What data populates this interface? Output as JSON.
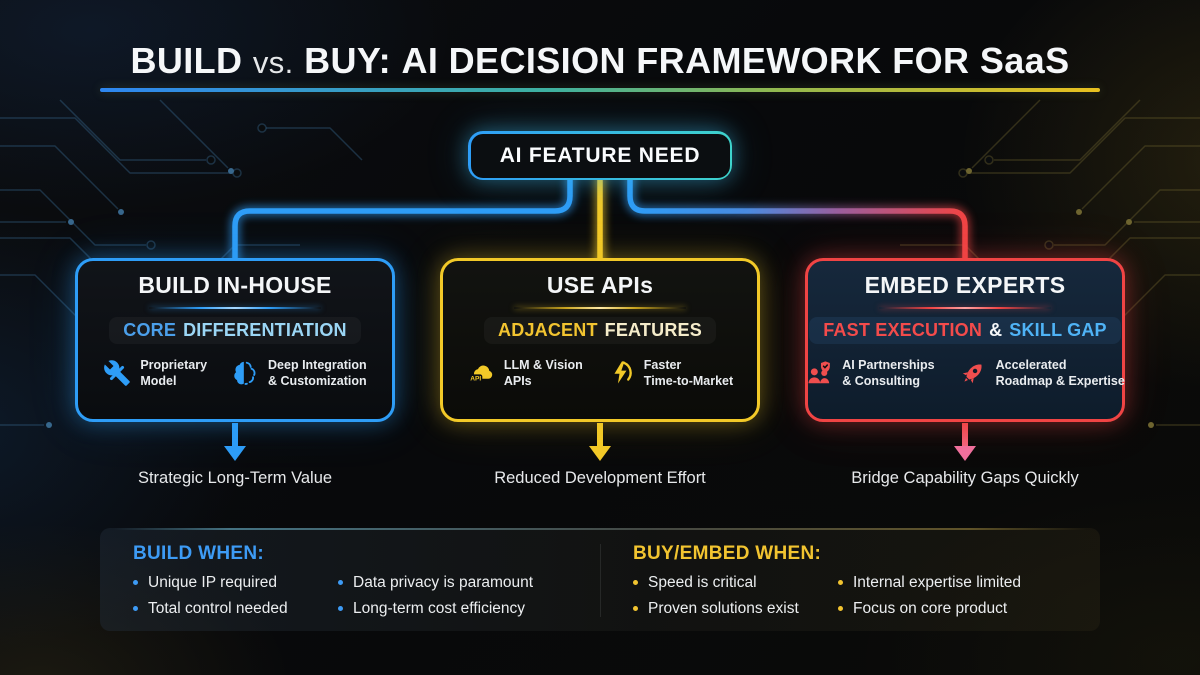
{
  "title": {
    "part_build": "BUILD",
    "part_vs": "vs.",
    "part_buy": "BUY:",
    "part_rest": "AI DECISION FRAMEWORK FOR SaaS"
  },
  "root_node": {
    "label": "AI FEATURE NEED"
  },
  "colors": {
    "build_accent": "#2E9DF7",
    "api_accent": "#F2C928",
    "expert_accent": "#F04444",
    "expert_secondary": "#4FB3F6"
  },
  "branches": [
    {
      "title": "BUILD IN-HOUSE",
      "subtitle": [
        "CORE",
        "",
        "DIFFERENTIATION"
      ],
      "features": [
        {
          "icon": "tools-icon",
          "lines": [
            "Proprietary",
            "Model"
          ]
        },
        {
          "icon": "brain-icon",
          "lines": [
            "Deep Integration",
            "& Customization"
          ]
        }
      ],
      "outcome": "Strategic Long-Term Value"
    },
    {
      "title": "USE APIs",
      "subtitle": [
        "ADJACENT",
        "",
        "FEATURES"
      ],
      "features": [
        {
          "icon": "cloud-api-icon",
          "badge": "API",
          "lines": [
            "LLM & Vision",
            "APIs"
          ]
        },
        {
          "icon": "bolt-icon",
          "lines": [
            "Faster",
            "Time-to-Market"
          ]
        }
      ],
      "outcome": "Reduced Development Effort"
    },
    {
      "title": "EMBED EXPERTS",
      "subtitle": [
        "FAST EXECUTION",
        "&",
        "SKILL GAP"
      ],
      "features": [
        {
          "icon": "partnership-icon",
          "lines": [
            "AI Partnerships",
            "& Consulting"
          ]
        },
        {
          "icon": "rocket-icon",
          "lines": [
            "Accelerated",
            "Roadmap & Expertise"
          ]
        }
      ],
      "outcome": "Bridge Capability Gaps Quickly"
    }
  ],
  "when_panel": {
    "build": {
      "heading": "BUILD WHEN:",
      "items": [
        "Unique IP required",
        "Total control needed",
        "Data privacy is paramount",
        "Long-term cost efficiency"
      ]
    },
    "buy": {
      "heading": "BUY/EMBED WHEN:",
      "items": [
        "Speed is critical",
        "Proven solutions exist",
        "Internal expertise limited",
        "Focus on core product"
      ]
    }
  }
}
